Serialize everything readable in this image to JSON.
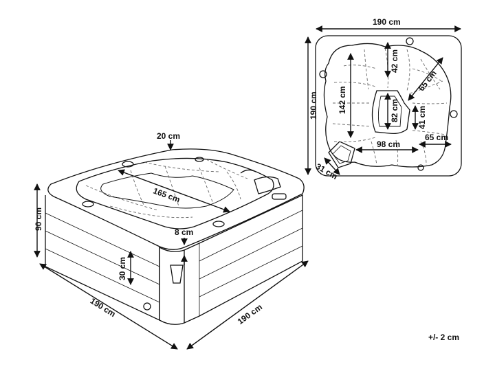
{
  "colors": {
    "line": "#111111",
    "dashed": "#666666",
    "background": "#ffffff"
  },
  "tub_view": {
    "top_rim_width": "20 cm",
    "seat_length": "165 cm",
    "rim_thickness": "8 cm",
    "height": "90 cm",
    "step_height": "30 cm",
    "front_width": "190 cm",
    "side_width": "190 cm"
  },
  "top_view": {
    "width": "190 cm",
    "depth": "190 cm",
    "interior_length": "142 cm",
    "seat_depth": "42 cm",
    "diagonal_seat": "65 cm",
    "center_length": "82 cm",
    "step_depth": "41 cm",
    "footwell_width": "98 cm",
    "corner_seat": "65 cm",
    "pillow_size": "31 cm"
  },
  "tolerance": "+/- 2 cm"
}
